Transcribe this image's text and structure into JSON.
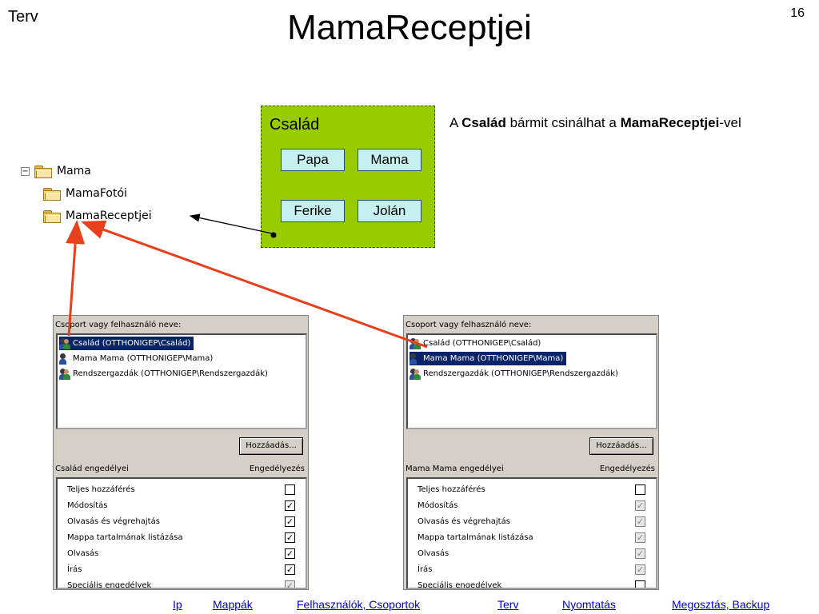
{
  "header": {
    "corner_label": "Terv",
    "title": "MamaReceptjei",
    "page_number": "16"
  },
  "tree": {
    "expander": "−",
    "items": [
      {
        "label": "Mama"
      },
      {
        "label": "MamaFotói"
      },
      {
        "label": "MamaReceptjei"
      }
    ]
  },
  "group": {
    "label": "Család",
    "members": [
      "Papa",
      "Mama",
      "Ferike",
      "Jolán"
    ]
  },
  "description": {
    "prefix": "A ",
    "group_name": "Család",
    "middle": " bármit csinálhat a ",
    "folder_name": "MamaReceptjei",
    "suffix": "-vel"
  },
  "dialog_left": {
    "users_label": "Csoport vagy felhasználó neve:",
    "users": [
      {
        "name": "Család (OTTHONIGEP\\Család)",
        "selected": true
      },
      {
        "name": "Mama Mama (OTTHONIGEP\\Mama)",
        "selected": false
      },
      {
        "name": "Rendszergazdák (OTTHONIGEP\\Rendszergazdák)",
        "selected": false
      }
    ],
    "add_button": "Hozzáadás...",
    "permissions_title": "Család engedélyei",
    "permissions_column": "Engedélyezés",
    "permissions": [
      {
        "label": "Teljes hozzáférés",
        "allowed": false,
        "inherited": false
      },
      {
        "label": "Módosítás",
        "allowed": true,
        "inherited": false
      },
      {
        "label": "Olvasás és végrehajtás",
        "allowed": true,
        "inherited": false
      },
      {
        "label": "Mappa tartalmának listázása",
        "allowed": true,
        "inherited": false
      },
      {
        "label": "Olvasás",
        "allowed": true,
        "inherited": false
      },
      {
        "label": "Írás",
        "allowed": true,
        "inherited": false
      },
      {
        "label": "Speciális engedélyek",
        "allowed": true,
        "inherited": true
      }
    ]
  },
  "dialog_right": {
    "users_label": "Csoport vagy felhasználó neve:",
    "users": [
      {
        "name": "Család (OTTHONIGEP\\Család)",
        "selected": false
      },
      {
        "name": "Mama Mama (OTTHONIGEP\\Mama)",
        "selected": true
      },
      {
        "name": "Rendszergazdák (OTTHONIGEP\\Rendszergazdák)",
        "selected": false
      }
    ],
    "add_button": "Hozzáadás...",
    "permissions_title": "Mama Mama engedélyei",
    "permissions_column": "Engedélyezés",
    "permissions": [
      {
        "label": "Teljes hozzáférés",
        "allowed": false,
        "inherited": false
      },
      {
        "label": "Módosítás",
        "allowed": true,
        "inherited": true
      },
      {
        "label": "Olvasás és végrehajtás",
        "allowed": true,
        "inherited": true
      },
      {
        "label": "Mappa tartalmának listázása",
        "allowed": true,
        "inherited": true
      },
      {
        "label": "Olvasás",
        "allowed": true,
        "inherited": true
      },
      {
        "label": "Írás",
        "allowed": true,
        "inherited": true
      },
      {
        "label": "Speciális engedélyek",
        "allowed": false,
        "inherited": false
      }
    ]
  },
  "footer": {
    "links": [
      "Ip",
      "Mappák",
      "Felhasználók, Csoportok",
      "Terv",
      "Nyomtatás",
      "Megosztás, Backup"
    ]
  },
  "colors": {
    "group_fill": "#99cc00",
    "member_fill": "#c6efef",
    "arrow_red": "#e8401c",
    "selection": "#0a246a",
    "link": "#0000cc"
  }
}
